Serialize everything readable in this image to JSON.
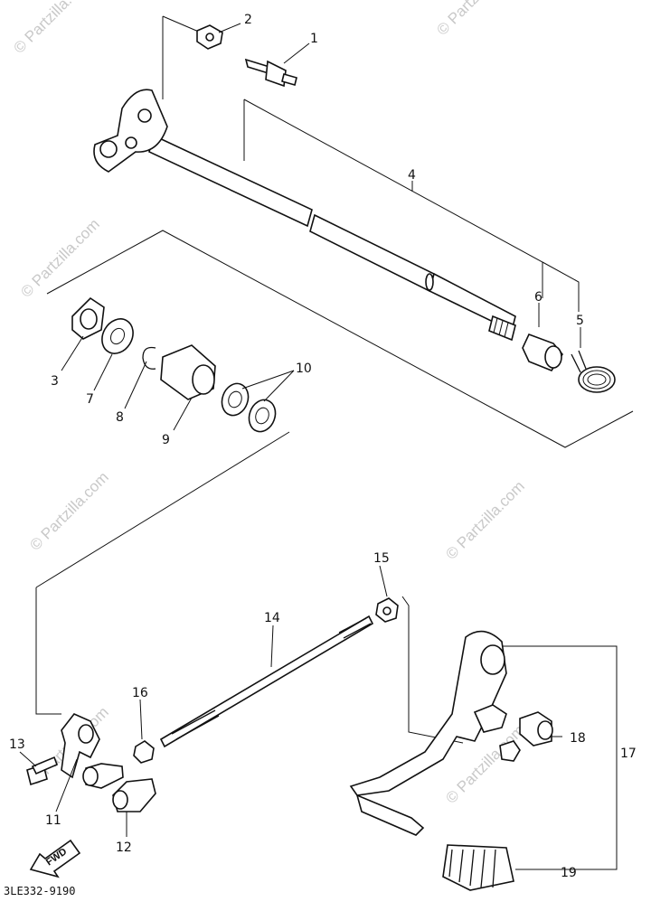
{
  "diagram": {
    "drawing_code": "3LE332-9190",
    "fwd_label": "FWD",
    "watermark": "© Partzilla.com",
    "callouts": [
      "1",
      "2",
      "3",
      "4",
      "5",
      "6",
      "7",
      "8",
      "9",
      "10",
      "11",
      "12",
      "13",
      "14",
      "15",
      "16",
      "17",
      "18",
      "19"
    ]
  }
}
